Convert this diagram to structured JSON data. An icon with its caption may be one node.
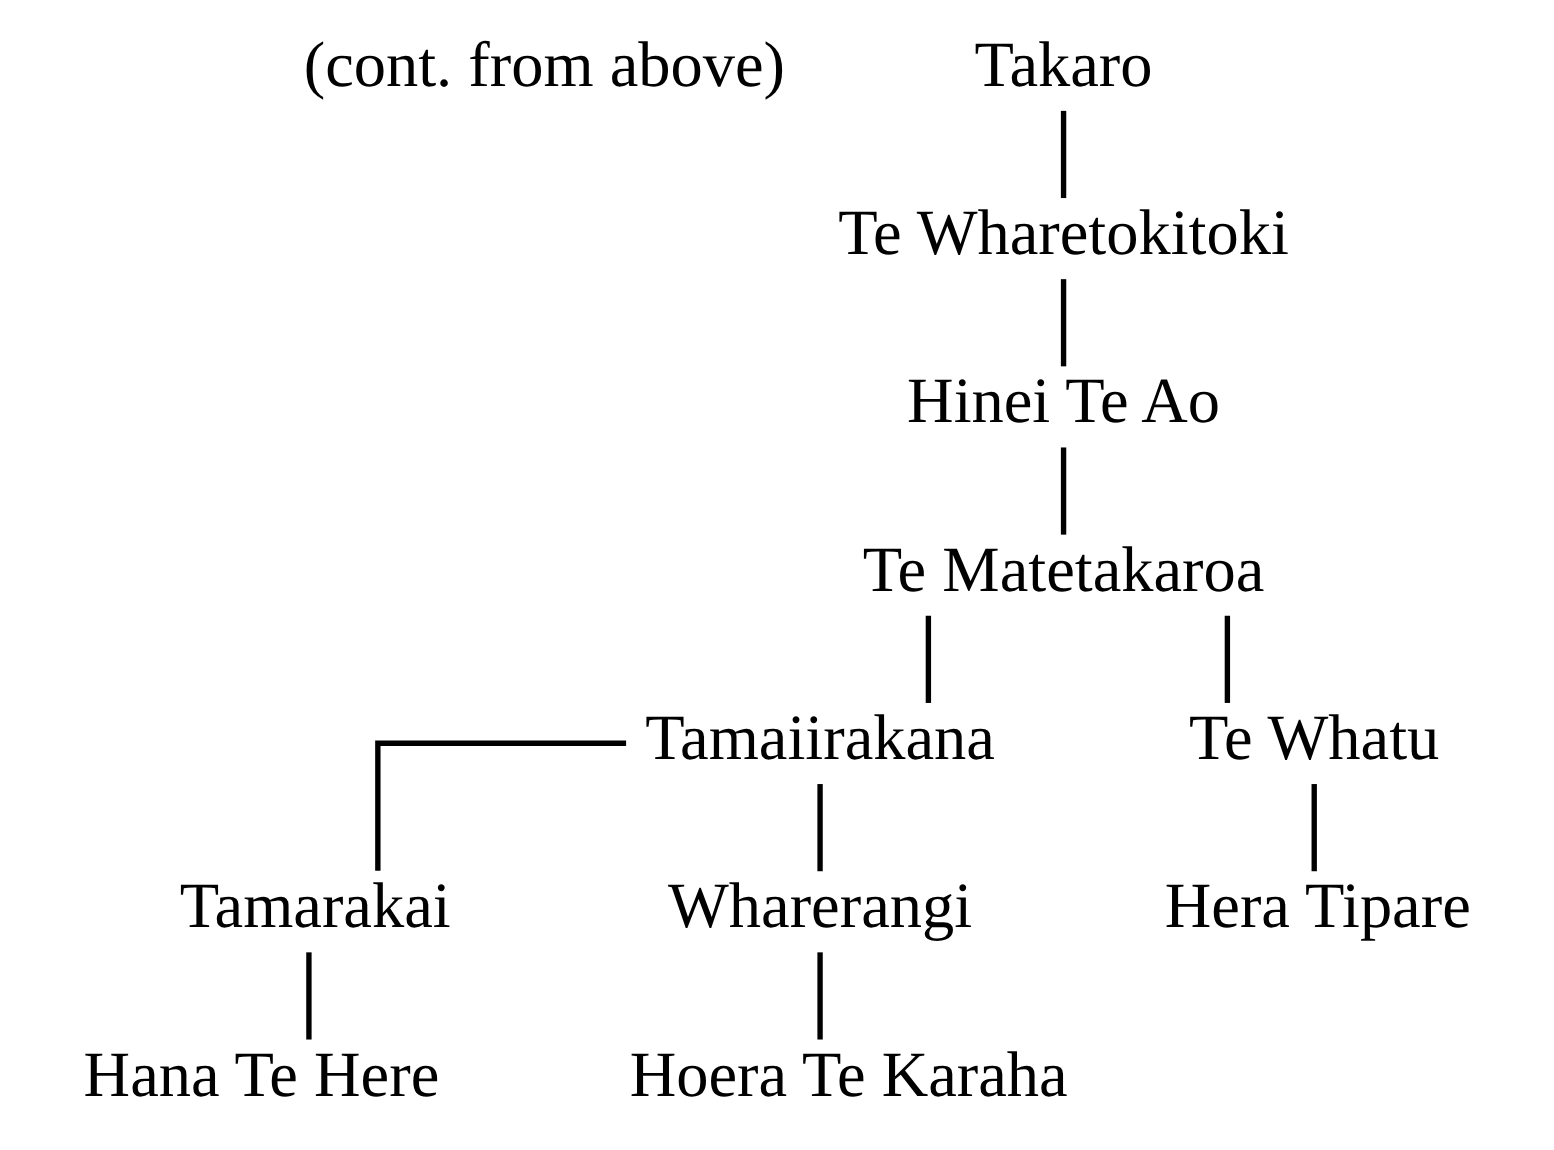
{
  "diagram": {
    "nodes": [
      {
        "text": [
          "Takaro"
        ]
      },
      {
        "text": [
          "Te Wharetokitoki"
        ]
      },
      {
        "text": [
          "Hinei Te Ao"
        ]
      },
      {
        "text": [
          "Te Matetakaroa"
        ]
      },
      {
        "text": [
          "Tamaiirakana"
        ]
      },
      {
        "text": [
          "Te Whatu"
        ]
      },
      {
        "text": [
          "Tamarakai"
        ]
      },
      {
        "text": [
          "Wharerangi"
        ]
      },
      {
        "text": [
          "Hera Tipare"
        ]
      },
      {
        "text": [
          "Hana Te Here"
        ]
      },
      {
        "text": [
          "Hoera Te Karaha"
        ]
      }
    ],
    "edges": [
      {
        "from": 0,
        "to": 1,
        "arrow": "none"
      },
      {
        "from": 1,
        "to": 2,
        "arrow": "none"
      },
      {
        "from": 2,
        "to": 3,
        "arrow": "none"
      },
      {
        "from": 3,
        "to": 4,
        "arrow": "none"
      },
      {
        "from": 3,
        "to": 5,
        "arrow": "none"
      },
      {
        "from": 4,
        "to": 6,
        "arrow": "none"
      },
      {
        "from": 4,
        "to": 7,
        "arrow": "none"
      },
      {
        "from": 5,
        "to": 8,
        "arrow": "none"
      },
      {
        "from": 6,
        "to": 9,
        "arrow": "none"
      },
      {
        "from": 7,
        "to": 10,
        "arrow": "none"
      }
    ],
    "labels": [
      "(cont. from above)"
    ]
  }
}
